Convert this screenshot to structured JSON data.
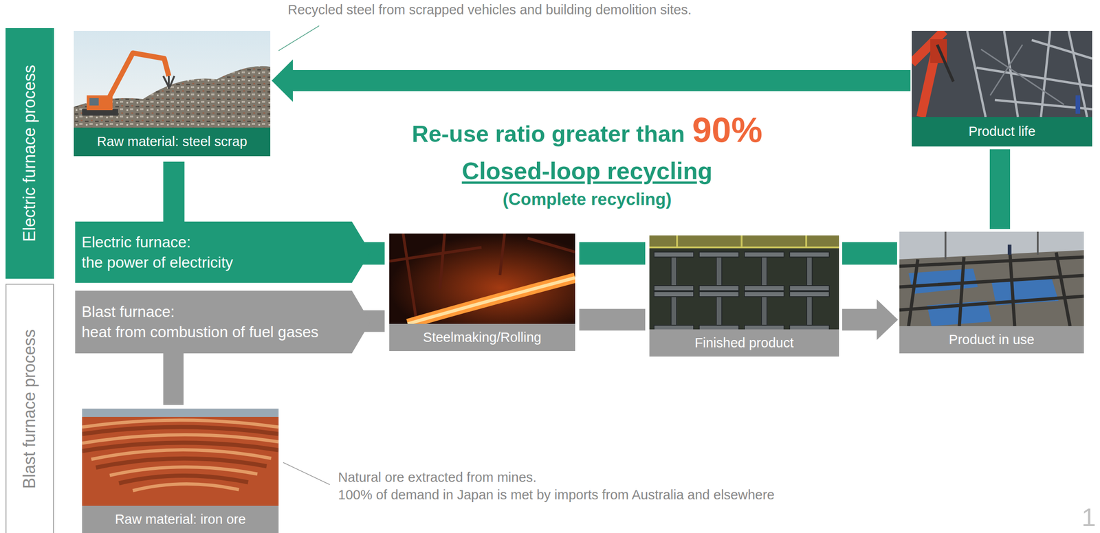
{
  "diagram": {
    "nodes": [
      {
        "text": [
          "Electric furnace process"
        ]
      },
      {
        "text": [
          "Blast furnace process"
        ]
      },
      {
        "text": [
          "Raw material: steel scrap"
        ]
      },
      {
        "text": [
          "Product life"
        ]
      },
      {
        "text": [
          "Electric furnace:",
          "the power of electricity"
        ]
      },
      {
        "text": [
          "Blast furnace:",
          "heat from combustion of fuel gases"
        ]
      },
      {
        "text": [
          "Steelmaking/Rolling"
        ]
      },
      {
        "text": [
          "Finished product"
        ]
      },
      {
        "text": [
          "Product in use"
        ]
      },
      {
        "text": [
          "Raw material: iron ore"
        ]
      }
    ],
    "edges": [
      {
        "from": 2,
        "to": 4,
        "arrow": "none"
      },
      {
        "from": 4,
        "to": 6,
        "arrow": "none"
      },
      {
        "from": 9,
        "to": 5,
        "arrow": "none"
      },
      {
        "from": 5,
        "to": 6,
        "arrow": "none"
      },
      {
        "from": 6,
        "to": 7,
        "arrow": "none"
      },
      {
        "from": 6,
        "to": 7,
        "arrow": "none"
      },
      {
        "from": 7,
        "to": 8,
        "arrow": "none"
      },
      {
        "from": 7,
        "to": 8,
        "arrow": "to"
      },
      {
        "from": 8,
        "to": 3,
        "arrow": "none"
      },
      {
        "from": 3,
        "to": 2,
        "arrow": "to"
      }
    ],
    "labels": [
      "Recycled steel from scrapped vehicles and building demolition sites.",
      "Re-use ratio greater than",
      "90%",
      "Closed-loop recycling",
      "(Complete recycling)",
      "Natural ore extracted from mines.",
      "100% of demand in Japan is met by imports from Australia and elsewhere",
      "1"
    ]
  }
}
